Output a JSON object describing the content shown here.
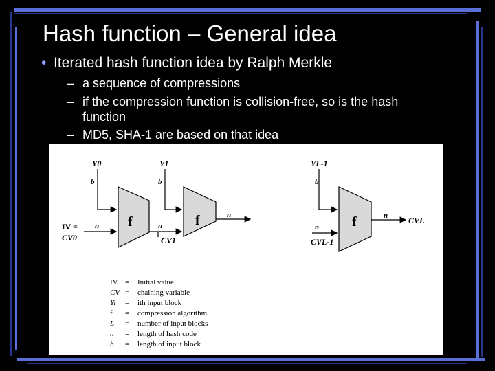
{
  "slide": {
    "title": "Hash function – General idea",
    "bullet": "Iterated hash function idea by Ralph Merkle",
    "bullet_marker": "•",
    "subs": [
      {
        "dash": "–",
        "text": "a sequence of compressions"
      },
      {
        "dash": "–",
        "text": "if the compression function is collision-free, so is the hash function"
      },
      {
        "dash": "–",
        "text": "MD5, SHA-1 are based on that idea"
      }
    ]
  },
  "diagram": {
    "stages": [
      {
        "input": "Y0",
        "function": "f",
        "b_label": "b",
        "n_in_label": "n",
        "cv_in": "CV0",
        "iv_label": "IV ="
      },
      {
        "input": "Y1",
        "function": "f",
        "b_label": "b",
        "n_in_label": "n",
        "cv_in": "CV1"
      },
      {
        "input": "YL-1",
        "function": "f",
        "b_label": "b",
        "n_in_label": "n",
        "cv_in": "CVL-1",
        "out_label": "n",
        "cv_out": "CVL"
      }
    ],
    "mid_out_label": "n",
    "legend": [
      {
        "sym": "IV",
        "eq": "=",
        "desc": "Initial value"
      },
      {
        "sym": "CV",
        "eq": "=",
        "desc": "chaining variable"
      },
      {
        "sym": "Yi",
        "eq": "=",
        "desc": "ith input block"
      },
      {
        "sym": "f",
        "eq": "=",
        "desc": "compression algorithm"
      },
      {
        "sym": "L",
        "eq": "=",
        "desc": "number of input blocks"
      },
      {
        "sym": "n",
        "eq": "=",
        "desc": "length of hash code"
      },
      {
        "sym": "b",
        "eq": "=",
        "desc": "length of input block"
      }
    ]
  },
  "colors": {
    "frame_blue": "#5a6fd8",
    "frame_dark": "#2a3590",
    "bullet": "#8fa0ff",
    "trapezoid": "#d9d9d9"
  }
}
